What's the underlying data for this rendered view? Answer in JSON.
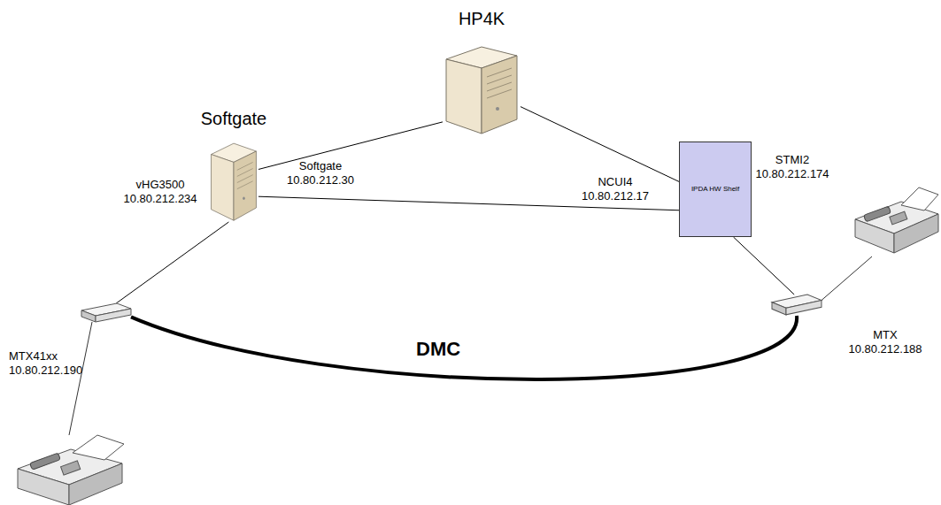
{
  "diagram": {
    "nodes": [
      {
        "text": [
          "HP4K"
        ]
      },
      {
        "text": [
          "Softgate"
        ]
      },
      {
        "text": [
          "IPDA HW Shelf"
        ]
      },
      {
        "text": [
          "MTX41xx 10.80.212.190"
        ]
      },
      {
        "text": [
          "MTX 10.80.212.188"
        ]
      }
    ],
    "edges": [
      {
        "from": 1,
        "to": 0,
        "arrow": "none"
      },
      {
        "from": 0,
        "to": 2,
        "arrow": "none"
      },
      {
        "from": 1,
        "to": 2,
        "arrow": "none"
      },
      {
        "from": 1,
        "to": 3,
        "arrow": "none"
      },
      {
        "from": 2,
        "to": 4,
        "arrow": "none"
      },
      {
        "from": 3,
        "to": 4,
        "label": "DMC",
        "arrow": "none"
      }
    ],
    "labels": [
      "vHG3500 10.80.212.234",
      "Softgate 10.80.212.30",
      "NCUI4 10.80.212.17",
      "STMI2 10.80.212.174"
    ]
  }
}
